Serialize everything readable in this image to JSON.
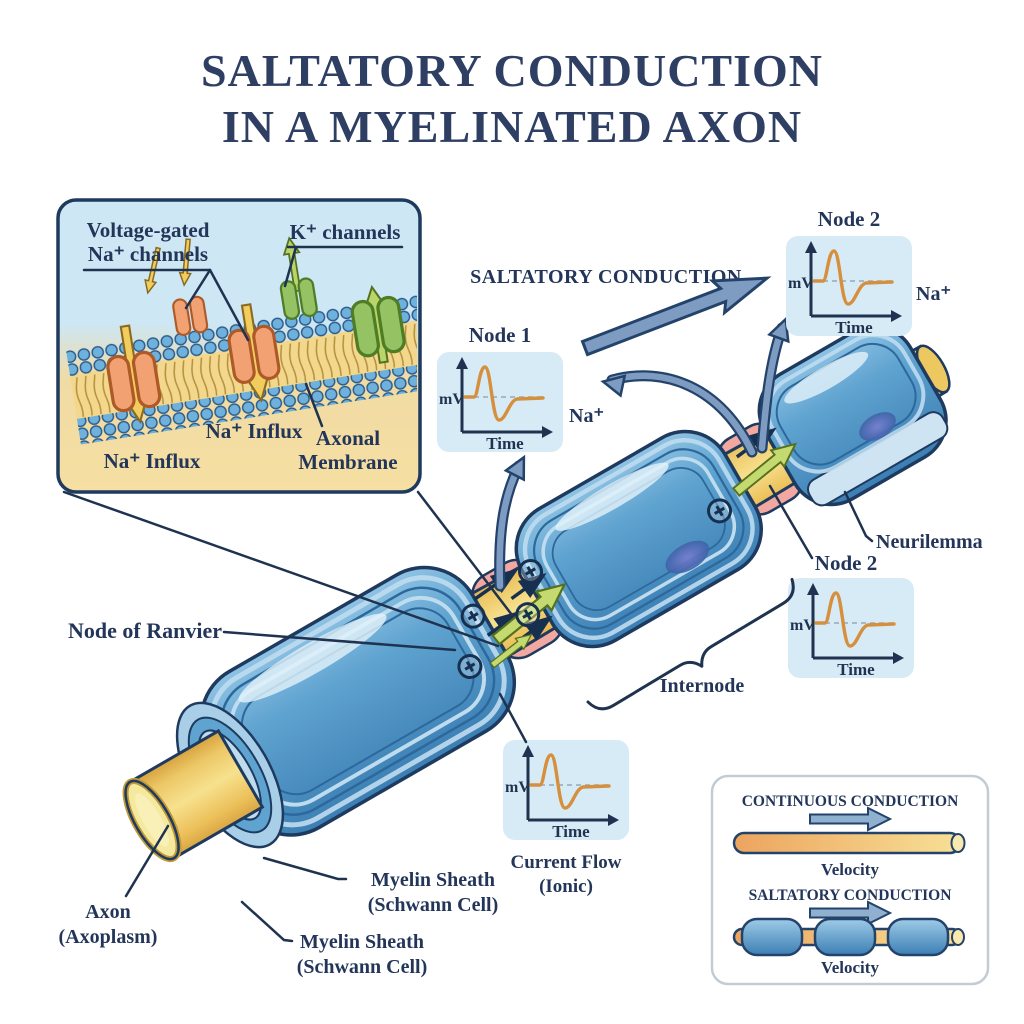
{
  "title_line1": "SALTATORY CONDUCTION",
  "title_line2": "IN A MYELINATED AXON",
  "inset": {
    "voltage_gated_line1": "Voltage-gated",
    "voltage_gated_line2": "Na⁺ channels",
    "k_channels": "K⁺ channels",
    "na_influx_left": "Na⁺ Influx",
    "na_influx_mid": "Na⁺ Influx",
    "axonal_membrane_line1": "Axonal",
    "axonal_membrane_line2": "Membrane"
  },
  "saltatory_conduction_label": "SALTATORY CONDUCTION",
  "graphs": {
    "y_label": "mV",
    "x_label": "Time",
    "node1_title": "Node 1",
    "node1_ion": "Na⁺",
    "node2_top_title": "Node 2",
    "node2_top_ion": "Na⁺",
    "node2_right_title": "Node 2",
    "current_flow_caption_line1": "Current Flow",
    "current_flow_caption_line2": "(Ionic)",
    "curve_description": "action potential: spike above baseline, undershoot, return to baseline"
  },
  "anatomy": {
    "node_of_ranvier": "Node of Ranvier",
    "neurilemma": "Neurilemma",
    "internode": "Internode",
    "axon_line1": "Axon",
    "axon_line2": "(Axoplasm)",
    "myelin_sheath_1_line1": "Myelin Sheath",
    "myelin_sheath_1_line2": "(Schwann Cell)",
    "myelin_sheath_2_line1": "Myelin Sheath",
    "myelin_sheath_2_line2": "(Schwann Cell)"
  },
  "legend": {
    "continuous_title": "CONTINUOUS CONDUCTION",
    "continuous_velocity": "Velocity",
    "saltatory_title": "SALTATORY CONDUCTION",
    "saltatory_velocity": "Velocity"
  },
  "colors": {
    "navy_outline": "#1e3a5f",
    "label_navy": "#23365a",
    "myelin_blue": "#4d94c6",
    "myelin_light": "#bfdcef",
    "axon_yellow": "#f1cf6e",
    "node_pink": "#f2a8a0",
    "steel_arrow": "#7e9cc2",
    "graph_bg": "#d7ebf6",
    "curve_orange": "#d68f3c",
    "channel_orange": "#f2a272",
    "channel_green": "#95c263",
    "influx_arrow_yellow": "#f2cd5e",
    "current_arrow_green": "#c4d96f"
  }
}
